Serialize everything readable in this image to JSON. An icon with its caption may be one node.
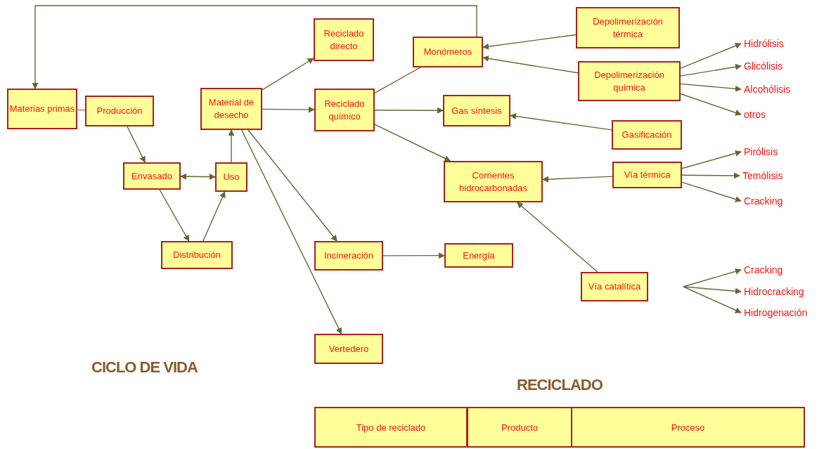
{
  "diagram": {
    "nodes": [
      {
        "text": [
          "Materias primas"
        ]
      },
      {
        "text": [
          "Producción"
        ]
      },
      {
        "text": [
          "Envasado"
        ]
      },
      {
        "text": [
          "Uso"
        ]
      },
      {
        "text": [
          "Distribución"
        ]
      },
      {
        "text": [
          "Material de desecho"
        ]
      },
      {
        "text": [
          "Reciclado directo"
        ]
      },
      {
        "text": [
          "Reciclado químico"
        ]
      },
      {
        "text": [
          "Incineración"
        ]
      },
      {
        "text": [
          "Vertedero"
        ]
      },
      {
        "text": [
          "Monómeros"
        ]
      },
      {
        "text": [
          "Gas síntesis"
        ]
      },
      {
        "text": [
          "Corrientes hidrocarbonadas"
        ]
      },
      {
        "text": [
          "Energía"
        ]
      },
      {
        "text": [
          "Depolimerización térmica"
        ]
      },
      {
        "text": [
          "Depolimerización química"
        ]
      },
      {
        "text": [
          "Gasificación"
        ]
      },
      {
        "text": [
          "Vía térmica"
        ]
      },
      {
        "text": [
          "Vía catalítica"
        ]
      },
      {
        "text": [
          "Hidrólisis"
        ]
      },
      {
        "text": [
          "Glicólisis"
        ]
      },
      {
        "text": [
          "Alcohólisis"
        ]
      },
      {
        "text": [
          "otros"
        ]
      },
      {
        "text": [
          "Pirólisis"
        ]
      },
      {
        "text": [
          "Temólisis"
        ]
      },
      {
        "text": [
          "Cracking"
        ]
      },
      {
        "text": [
          "Cracking"
        ]
      },
      {
        "text": [
          "Hidrocracking"
        ]
      },
      {
        "text": [
          "Hidrogenación"
        ]
      }
    ],
    "edges": [
      {
        "from": 10,
        "to": 0,
        "arrow": "to"
      },
      {
        "from": 0,
        "to": 1,
        "arrow": "none",
        "color": "#d0603c"
      },
      {
        "from": 1,
        "to": 2,
        "arrow": "to"
      },
      {
        "from": 2,
        "to": 3,
        "arrow": "both"
      },
      {
        "from": 2,
        "to": 4,
        "arrow": "to"
      },
      {
        "from": 4,
        "to": 3,
        "arrow": "to"
      },
      {
        "from": 3,
        "to": 5,
        "arrow": "to"
      },
      {
        "from": 5,
        "to": 6,
        "arrow": "to"
      },
      {
        "from": 5,
        "to": 7,
        "arrow": "to"
      },
      {
        "from": 5,
        "to": 8,
        "arrow": "to"
      },
      {
        "from": 5,
        "to": 9,
        "arrow": "to"
      },
      {
        "from": 7,
        "to": 10,
        "arrow": "none"
      },
      {
        "from": 7,
        "to": 11,
        "arrow": "to"
      },
      {
        "from": 7,
        "to": 12,
        "arrow": "to"
      },
      {
        "from": 8,
        "to": 13,
        "arrow": "to"
      },
      {
        "from": 14,
        "to": 10,
        "arrow": "to"
      },
      {
        "from": 15,
        "to": 10,
        "arrow": "to"
      },
      {
        "from": 16,
        "to": 11,
        "arrow": "to"
      },
      {
        "from": 17,
        "to": 12,
        "arrow": "to"
      },
      {
        "from": 18,
        "to": 12,
        "arrow": "to"
      },
      {
        "from": 15,
        "to": 19,
        "arrow": "to"
      },
      {
        "from": 15,
        "to": 20,
        "arrow": "to"
      },
      {
        "from": 15,
        "to": 21,
        "arrow": "to"
      },
      {
        "from": 15,
        "to": 22,
        "arrow": "to"
      },
      {
        "from": 17,
        "to": 23,
        "arrow": "to"
      },
      {
        "from": 17,
        "to": 24,
        "arrow": "to"
      },
      {
        "from": 17,
        "to": 25,
        "arrow": "to"
      },
      {
        "from": 18,
        "to": 26,
        "arrow": "to"
      },
      {
        "from": 18,
        "to": 27,
        "arrow": "to"
      },
      {
        "from": 18,
        "to": 28,
        "arrow": "to"
      }
    ],
    "labels": [
      "CICLO DE VIDA",
      "RECICLADO",
      "Tipo de reciclado",
      "Producto",
      "Proceso"
    ]
  }
}
